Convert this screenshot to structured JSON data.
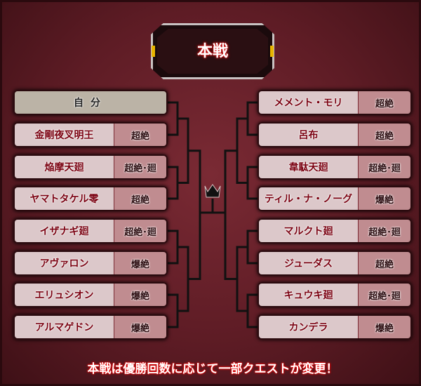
{
  "title": "本戦",
  "left": [
    {
      "name": "自分",
      "tag": null,
      "self": true
    },
    {
      "name": "金剛夜叉明王",
      "tag": "超絶"
    },
    {
      "name": "焔摩天廻",
      "tag": "超絶･廻"
    },
    {
      "name": "ヤマトタケル零",
      "tag": "超絶"
    },
    {
      "name": "イザナギ廻",
      "tag": "超絶･廻"
    },
    {
      "name": "アヴァロン",
      "tag": "爆絶"
    },
    {
      "name": "エリュシオン",
      "tag": "爆絶"
    },
    {
      "name": "アルマゲドン",
      "tag": "爆絶"
    }
  ],
  "right": [
    {
      "name": "メメント・モリ",
      "tag": "超絶"
    },
    {
      "name": "呂布",
      "tag": "超絶"
    },
    {
      "name": "韋駄天廻",
      "tag": "超絶･廻"
    },
    {
      "name": "ティル・ナ・ノーグ",
      "tag": "爆絶"
    },
    {
      "name": "マルクト廻",
      "tag": "超絶･廻"
    },
    {
      "name": "ジューダス",
      "tag": "超絶"
    },
    {
      "name": "キュウキ廻",
      "tag": "超絶･廻"
    },
    {
      "name": "カンデラ",
      "tag": "爆絶"
    }
  ],
  "footer": "本戦は優勝回数に応じて一部クエストが変更！"
}
